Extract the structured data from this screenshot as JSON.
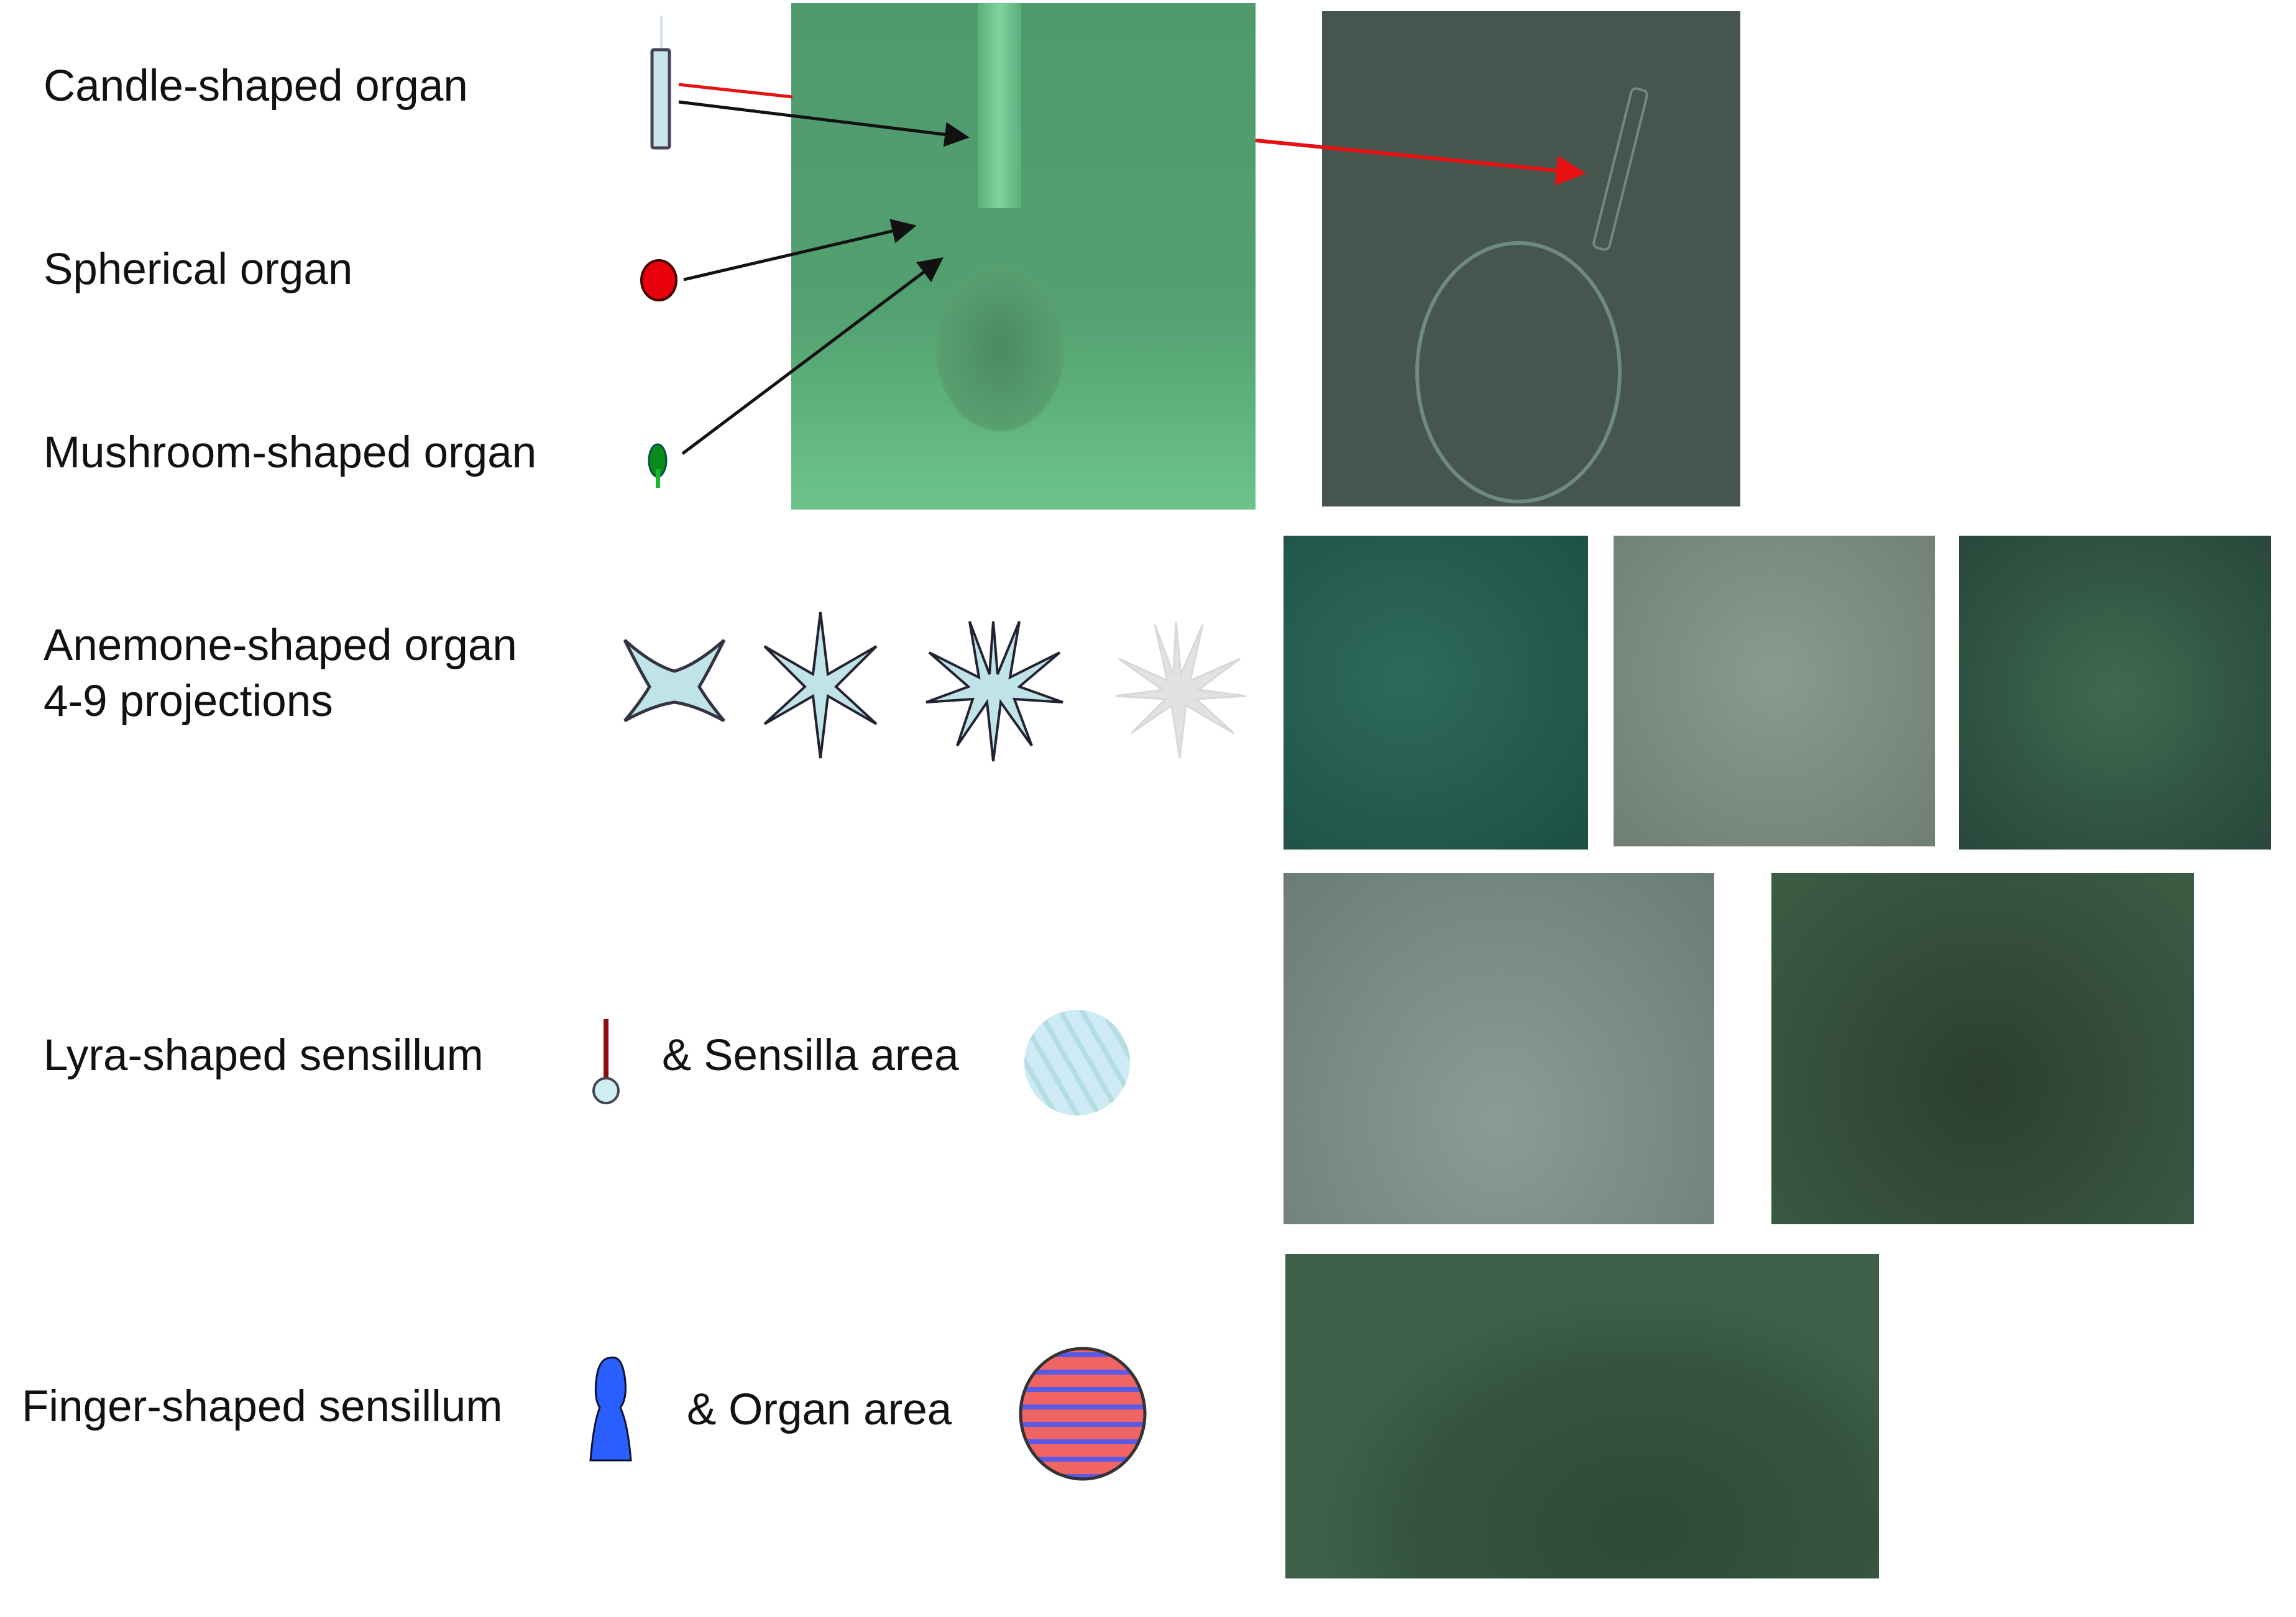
{
  "rows": {
    "candle": {
      "label": "Candle-shaped organ"
    },
    "spherical": {
      "label": "Spherical organ"
    },
    "mushroom": {
      "label": "Mushroom-shaped organ"
    },
    "anemone": {
      "label_line1": "Anemone-shaped organ",
      "label_line2": "4-9 projections"
    },
    "lyra": {
      "label": "Lyra-shaped sensillum",
      "area_label": "& Sensilla area"
    },
    "finger": {
      "label": "Finger-shaped sensillum",
      "area_label": "& Organ area"
    }
  },
  "colors": {
    "candle_fill": "#c8e6ea",
    "spherical_fill": "#e8000a",
    "mushroom_fill": "#0a8a1a",
    "anemone_fill": "#bfe3e6",
    "lyra_stem": "#8b0d0d",
    "sensilla_area": "#cdeaf5",
    "finger_fill": "#2a5fff",
    "organ_area_red": "#f06464",
    "organ_area_blue": "#5a5ae6",
    "pointer_red": "#e81010",
    "pointer_black": "#111111"
  },
  "photos": [
    {
      "id": "dic-green-organ-cluster"
    },
    {
      "id": "candle-organ-phase-contrast"
    },
    {
      "id": "anemone-photo-1"
    },
    {
      "id": "anemone-photo-2"
    },
    {
      "id": "anemone-photo-3"
    },
    {
      "id": "lyra-sensillum-photo"
    },
    {
      "id": "sensilla-area-photo"
    },
    {
      "id": "finger-sensillum-photo"
    }
  ]
}
